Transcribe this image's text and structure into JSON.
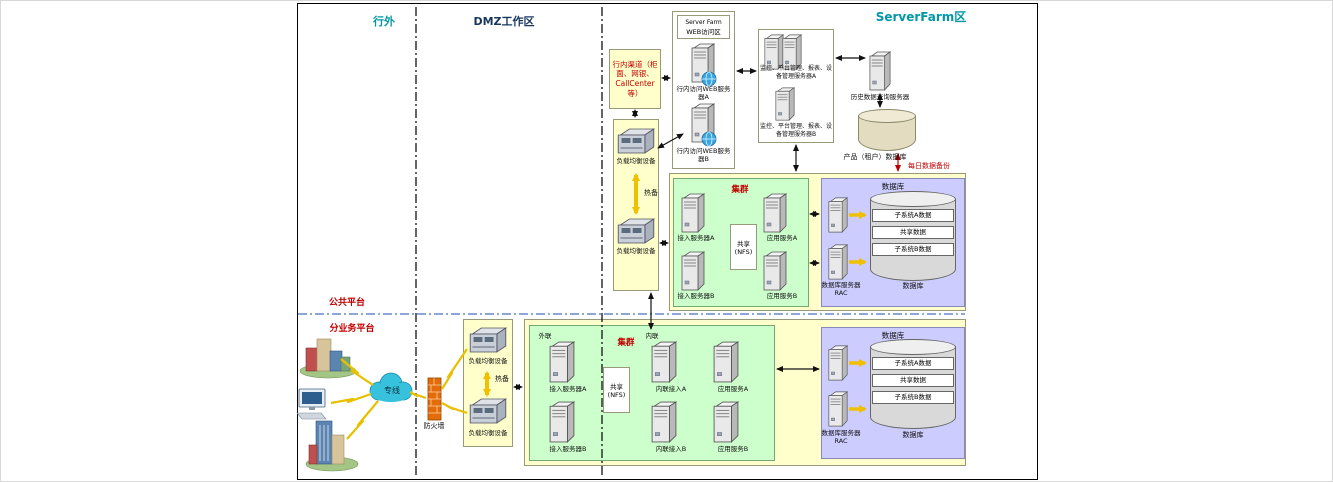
{
  "zones": {
    "outside": "行外",
    "dmz": "DMZ工作区",
    "serverfarm": "ServerFarm区"
  },
  "platforms": {
    "public": "公共平台",
    "business": "分业务平台"
  },
  "edge": {
    "cloud_label": "专线",
    "firewall_label": "防火墙"
  },
  "dmz_lb": {
    "device_a": "负载均衡设备",
    "device_b": "负载均衡设备",
    "hot_standby": "热备"
  },
  "channel": {
    "label": "行内渠道（柜面、网银、CallCenter等）"
  },
  "core_lb": {
    "device_a": "负载均衡设备",
    "device_b": "负载均衡设备",
    "hot_standby": "热备"
  },
  "web_zone": {
    "title_line1": "Server Farm",
    "title_line2": "WEB访问区",
    "server_a": "行内访问WEB服务器A",
    "server_b": "行内访问WEB服务器B"
  },
  "mgmt": {
    "server_a": "监控、平台管理、报表、设备管理服务器A",
    "server_b": "监控、平台管理、报表、设备管理服务器B"
  },
  "history": {
    "label": "历史数据查询服务器"
  },
  "product_db": {
    "label": "产品（租户）数据库",
    "backup_note": "每日数据备份"
  },
  "cluster_upper": {
    "title": "集群",
    "access_a": "接入服务器A",
    "access_b": "接入服务器B",
    "nfs_line1": "共享",
    "nfs_line2": "(NFS)",
    "app_a": "应用服务A",
    "app_b": "应用服务B",
    "db": {
      "title": "数据库",
      "rac_line1": "数据库服务器",
      "rac_line2": "RAC",
      "bands": [
        "子系统A数据",
        "共享数据",
        "子系统B数据"
      ],
      "cyl_label": "数据库"
    }
  },
  "cluster_lower": {
    "title": "集群",
    "col_ext": "外联",
    "col_int": "内联",
    "access_a": "接入服务器A",
    "access_b": "接入服务器B",
    "nfs_line1": "共享",
    "nfs_line2": "(NFS)",
    "int_a": "内联接入A",
    "int_b": "内联接入B",
    "app_a": "应用服务A",
    "app_b": "应用服务B",
    "db": {
      "title": "数据库",
      "rac_line1": "数据库服务器",
      "rac_line2": "RAC",
      "bands": [
        "子系统A数据",
        "共享数据",
        "子系统B数据"
      ],
      "cyl_label": "数据库"
    }
  },
  "icons": {
    "server": "server-icon",
    "web_server": "web-server-icon",
    "load_balancer": "load-balancer-icon",
    "database_cylinder": "database-cylinder-icon",
    "cloud": "cloud-icon",
    "firewall": "firewall-icon",
    "buildings": "buildings-icon",
    "computer": "computer-icon",
    "lightning": "lightning-link-icon",
    "double_arrow": "double-arrow-icon",
    "hot_standby_arrow": "hot-standby-arrow-icon"
  },
  "colors": {
    "zone_label_teal": "#0097a7",
    "zone_label_navy": "#17375e",
    "red_text": "#c00000",
    "panel_yellow": "#ffffcc",
    "panel_green": "#ccffcc",
    "panel_purple": "#ccccff",
    "hot_standby_arrow": "#f0c000",
    "platform_divider_blue": "#4472c4",
    "cloud_teal": "#38c1dc",
    "firewall_orange": "#e36c09"
  }
}
